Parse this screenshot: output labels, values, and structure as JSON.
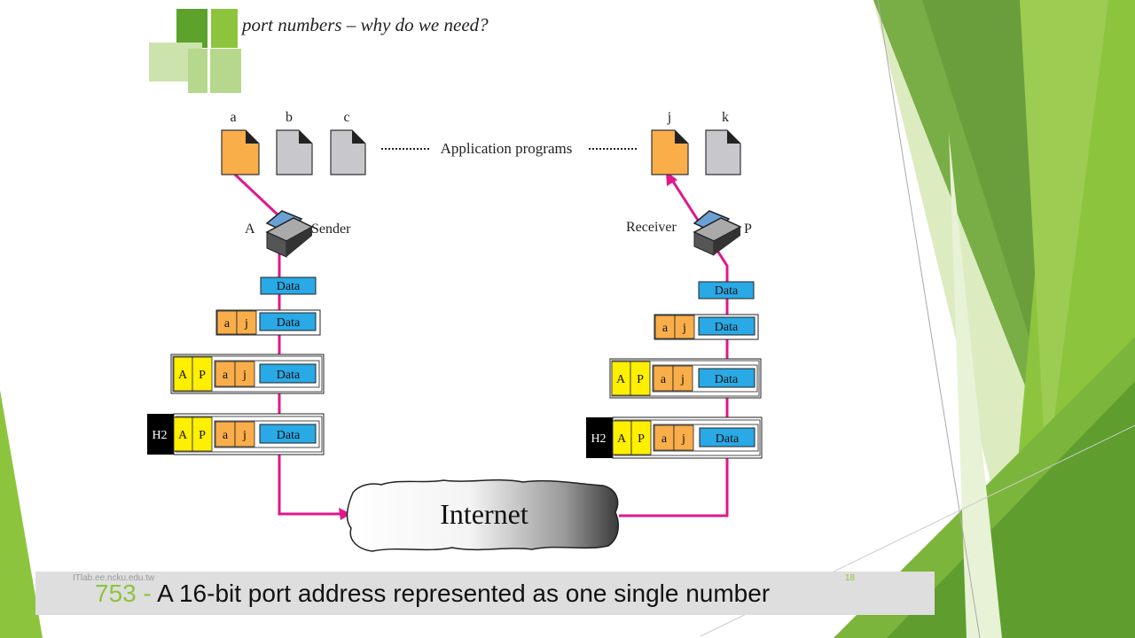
{
  "slide": {
    "title": "port numbers – why do we need?",
    "caption_number": "753",
    "caption_separator": " - ",
    "caption_text": "A 16-bit port address represented as one single number",
    "footer_left": "ITlab.ee.ncku.edu.tw",
    "footer_right": "18"
  },
  "diagram": {
    "apps_left": [
      "a",
      "b",
      "c"
    ],
    "apps_right": [
      "j",
      "k"
    ],
    "app_programs_label": "Application programs",
    "sender_host": "A",
    "sender_label": "Sender",
    "receiver_label": "Receiver",
    "receiver_host": "P",
    "data_label": "Data",
    "src_port": "a",
    "dst_port": "j",
    "src_host": "A",
    "dst_host": "P",
    "frame_header": "H2",
    "internet_label": "Internet"
  },
  "colors": {
    "accent_green": "#8dc43d",
    "dark_green": "#5d9c2f",
    "arrow_magenta": "#e0188c",
    "data_blue": "#29a9e5",
    "port_orange": "#f9ae4a",
    "host_yellow": "#ffef00",
    "file_gray": "#c8c8cc"
  }
}
